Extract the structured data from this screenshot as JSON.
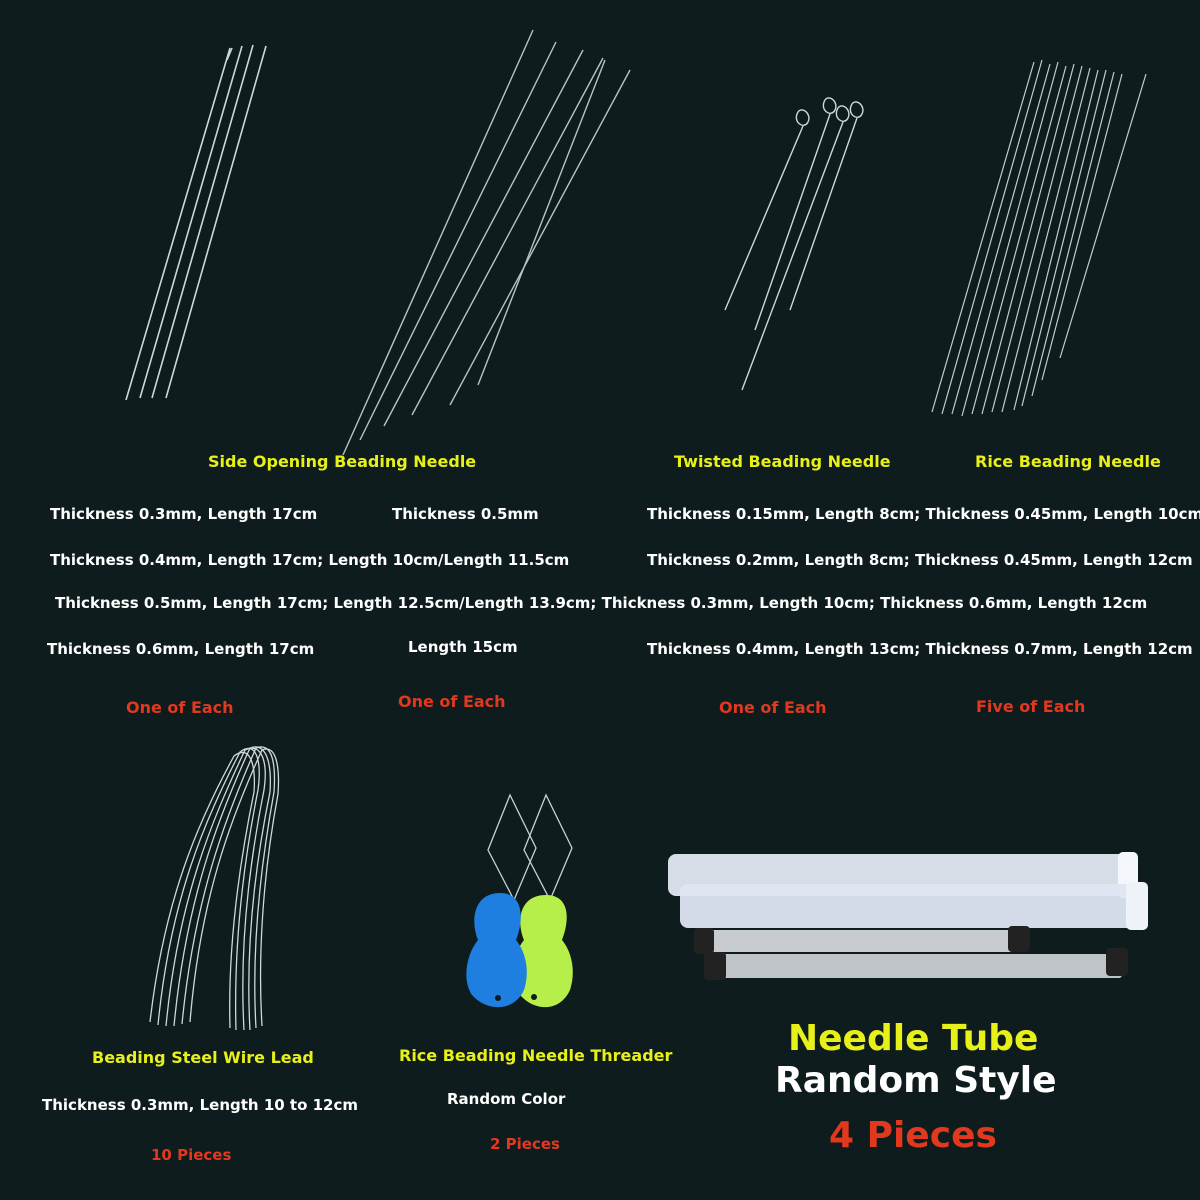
{
  "labels": {
    "side_opening": "Side Opening Beading Needle",
    "twisted": "Twisted Beading Needle",
    "rice": "Rice Beading Needle",
    "wire_lead": "Beading Steel Wire Lead",
    "threader": "Rice Beading Needle Threader",
    "tube_title": "Needle Tube",
    "tube_style": "Random Style"
  },
  "specs": {
    "s1": "Thickness 0.3mm, Length 17cm",
    "s2": "Thickness 0.5mm",
    "s3": "Thickness 0.15mm, Length 8cm; Thickness 0.45mm, Length 10cm",
    "s4": "Thickness 0.4mm, Length 17cm; Length 10cm/Length 11.5cm",
    "s5": "Thickness 0.2mm, Length 8cm; Thickness 0.45mm, Length 12cm",
    "s6": "Thickness 0.5mm, Length 17cm; Length 12.5cm/Length 13.9cm; Thickness 0.3mm, Length 10cm; Thickness 0.6mm, Length 12cm",
    "s7": "Thickness 0.6mm, Length 17cm",
    "s8": "Length 15cm",
    "s9": "Thickness 0.4mm, Length 13cm; Thickness 0.7mm, Length 12cm",
    "wire": "Thickness 0.3mm, Length 10 to 12cm",
    "threader_color": "Random Color"
  },
  "quantities": {
    "q1": "One of Each",
    "q2": "One of Each",
    "q3": "One of Each",
    "q4": "Five of Each",
    "wire": "10 Pieces",
    "threader": "2 Pieces",
    "tube": "4 Pieces"
  },
  "colors": {
    "background": "#0e1c1d",
    "label_yellow": "#e8f01a",
    "quantity_red": "#e2391e",
    "threader_blue": "#1f7fe0",
    "threader_green": "#b7ef4a"
  }
}
